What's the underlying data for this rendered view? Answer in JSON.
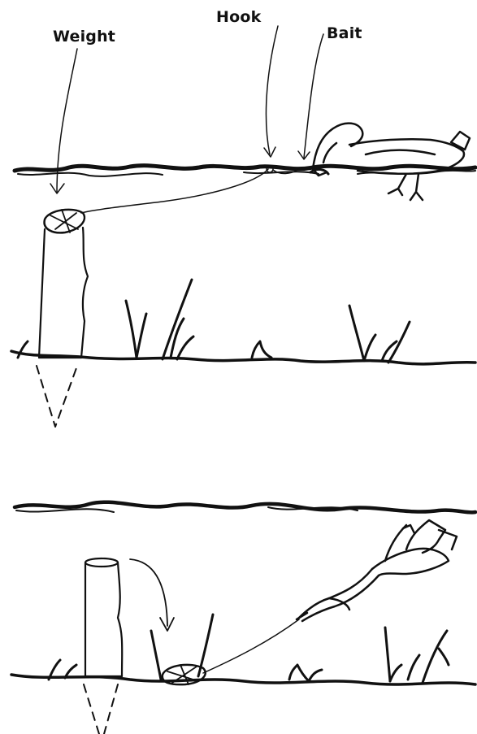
{
  "labels": {
    "weight": "Weight",
    "hook": "Hook",
    "bait": "Bait"
  },
  "colors": {
    "ink": "#111111",
    "background": "#ffffff"
  }
}
